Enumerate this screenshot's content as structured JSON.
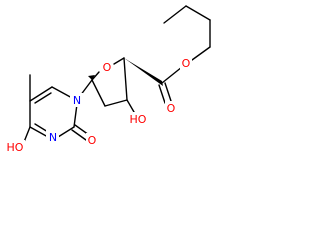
{
  "colors": {
    "bond": "#000000",
    "oxygen": "#ff0000",
    "nitrogen": "#0000ff",
    "background": "#ffffff"
  },
  "atoms": {
    "ring_oxygen": "O",
    "ester_oxygen": "O",
    "carbonyl_oxygen": "O",
    "hydroxyl": "HO",
    "ring_nitrogen": "N",
    "amide_nitrogen": "N",
    "enol_hydroxyl": "HO",
    "urea_oxygen": "O"
  }
}
